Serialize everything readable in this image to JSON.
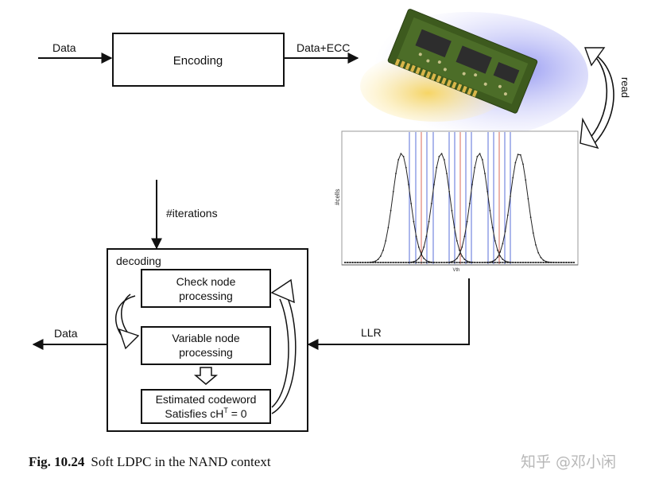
{
  "diagram": {
    "input_label": "Data",
    "encoder_label": "Encoding",
    "encoded_label": "Data+ECC",
    "read_label": "read",
    "plot_ylabel": "#cells",
    "plot_xlabel": "Vth",
    "iterations_label": "#iterations",
    "llr_label": "LLR",
    "decoder_title": "decoding",
    "check_node_line1": "Check node",
    "check_node_line2": "processing",
    "variable_node_line1": "Variable node",
    "variable_node_line2": "processing",
    "codeword_line1": "Estimated codeword",
    "codeword_line2": "Satisfies cH",
    "codeword_sup": "T",
    "codeword_line2_tail": " = 0",
    "output_label": "Data"
  },
  "caption": {
    "label": "Fig. 10.24",
    "text": "Soft LDPC in the NAND context"
  },
  "watermark": "知乎 @邓小闲",
  "colors": {
    "line": "#111111",
    "chip_board": "#3d5a1e",
    "chip_glow": "#f2cf55",
    "chip_shadow": "#8f8fe8",
    "blue_ref": "#5a6fd8",
    "red_ref": "#d96a5a"
  }
}
